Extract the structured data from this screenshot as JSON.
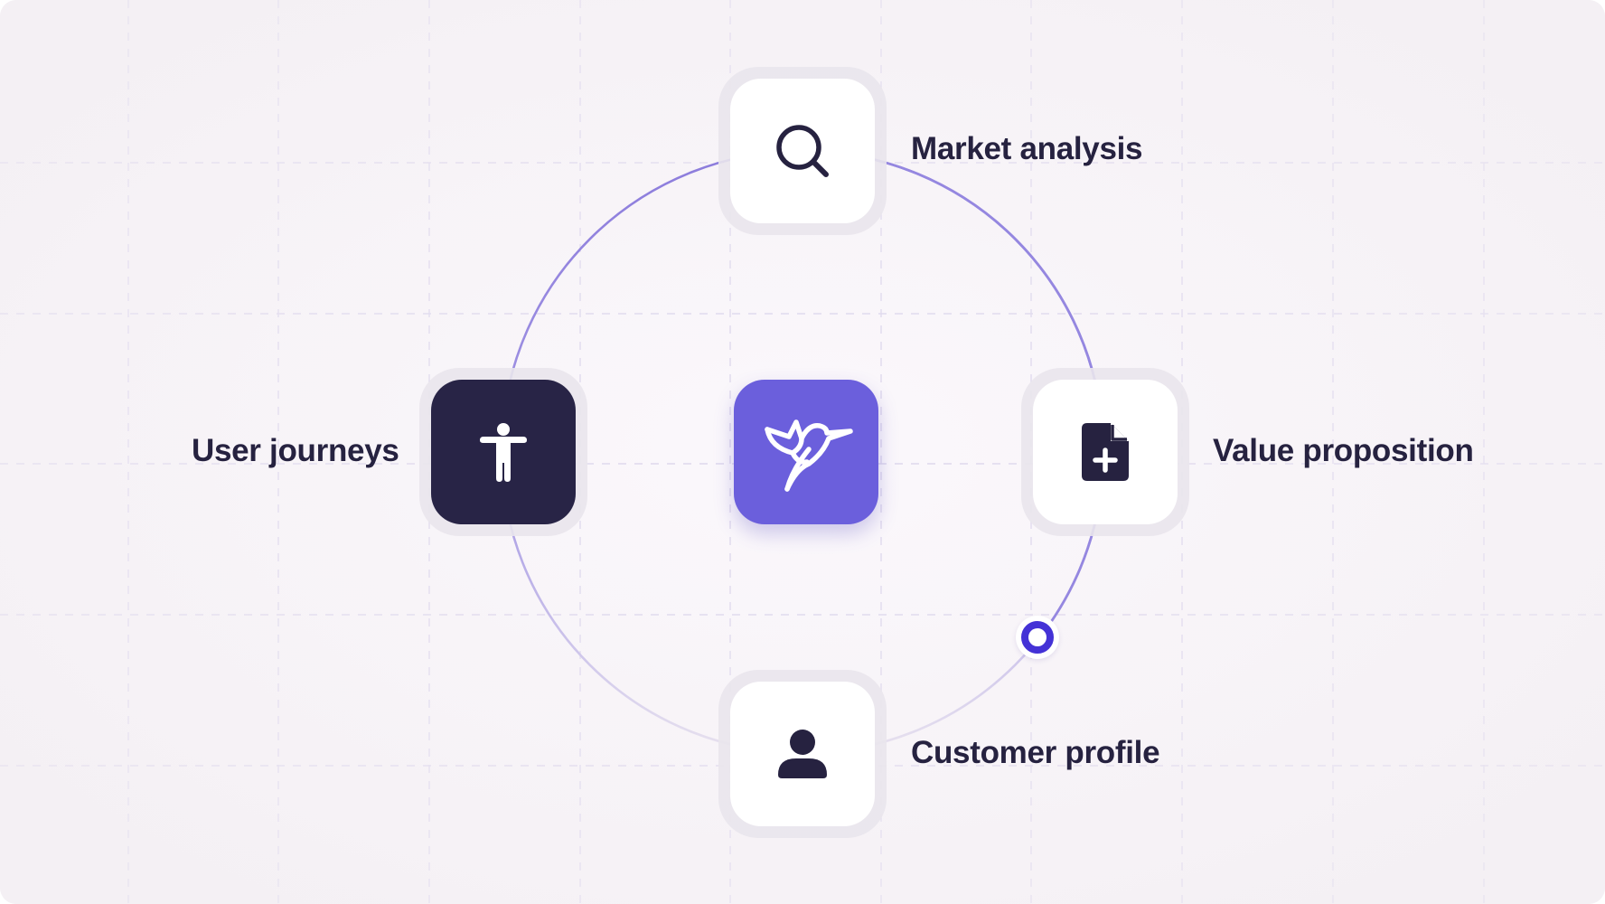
{
  "hub": {
    "icon": "hummingbird-logo-icon",
    "color": "#6b5fdc"
  },
  "nodes": [
    {
      "id": "market-analysis",
      "label": "Market analysis",
      "icon": "search-icon"
    },
    {
      "id": "value-proposition",
      "label": "Value proposition",
      "icon": "document-plus-icon"
    },
    {
      "id": "customer-profile",
      "label": "Customer profile",
      "icon": "user-icon"
    },
    {
      "id": "user-journeys",
      "label": "User journeys",
      "icon": "accessibility-person-icon",
      "highlighted": true
    }
  ],
  "progress_marker": {
    "icon": "ring-marker-icon",
    "color": "#4432d6"
  },
  "colors": {
    "ink": "#262240",
    "dark_tile": "#282446",
    "accent": "#6b5fdc",
    "ring": "#9c8fe2"
  }
}
